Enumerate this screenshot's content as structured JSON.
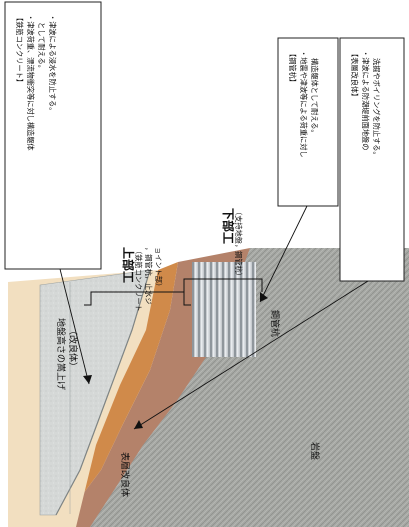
{
  "callouts": {
    "rc": {
      "title": "【鉄筋コンクリート】",
      "lines": [
        "・津波荷重、漂流物衝突等に対し構造躯体",
        "として耐える。",
        "・津波による浸水を防止する。"
      ]
    },
    "pipe": {
      "title": "【鋼管杭】",
      "lines": [
        "・地震や津波等による荷重に対し",
        "構造躯体として耐える。"
      ]
    },
    "improved": {
      "title": "【表層改良体】",
      "lines": [
        "・津波による防潮堤前面地盤の",
        "洗掘やボイリングを防止する。"
      ]
    }
  },
  "labels": {
    "upper_title": "上部工",
    "upper_detail": [
      "（鉄筋コンクリート",
      "，鋼管杭，止水ジ",
      "ョイント部）"
    ],
    "lower_title": "下部工",
    "lower_detail": "（支持地盤，鋼管杭）",
    "raised": [
      "地盤高さの嵩上げ",
      "（改良体）"
    ],
    "surface": "表層改良体",
    "steel_pile": "鋼管杭",
    "bedrock": "岩盤"
  },
  "colors": {
    "concrete": "#d5d8d7",
    "raised_soil": "#f2dfc0",
    "orange_soil": "#d08a4a",
    "brown_soil": "#b4826a",
    "bedrock": "#a7a9a5",
    "pipe": "#c8ccd0"
  }
}
